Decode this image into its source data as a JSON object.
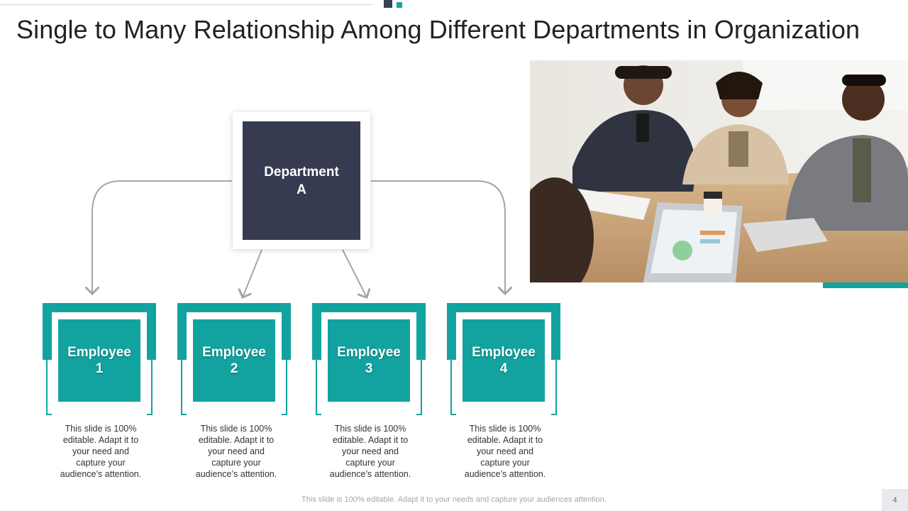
{
  "slide": {
    "title": "Single to Many Relationship Among Different Departments in Organization",
    "page_number": "4",
    "footer": "This slide is 100% editable. Adapt it to your needs and capture your audiences attention."
  },
  "department": {
    "line1": "Department",
    "line2": "A"
  },
  "employees": [
    {
      "label": "Employee",
      "number": "1",
      "desc": [
        "This slide is 100%",
        "editable. Adapt it to",
        "your need and",
        "capture your",
        "audience’s attention."
      ]
    },
    {
      "label": "Employee",
      "number": "2",
      "desc": [
        "This slide is 100%",
        "editable. Adapt it to",
        "your need and",
        "capture your",
        "audience’s attention."
      ]
    },
    {
      "label": "Employee",
      "number": "3",
      "desc": [
        "This slide is 100%",
        "editable. Adapt it to",
        "your need and",
        "capture your",
        "audience’s attention."
      ]
    },
    {
      "label": "Employee",
      "number": "4",
      "desc": [
        "This slide is 100%",
        "editable. Adapt it to",
        "your need and",
        "capture your",
        "audience’s attention."
      ]
    }
  ],
  "colors": {
    "teal": "#12a3a0",
    "navy": "#363b51",
    "connector": "#a6a6a6"
  },
  "image": {
    "semantic": "business-meeting-photo"
  }
}
